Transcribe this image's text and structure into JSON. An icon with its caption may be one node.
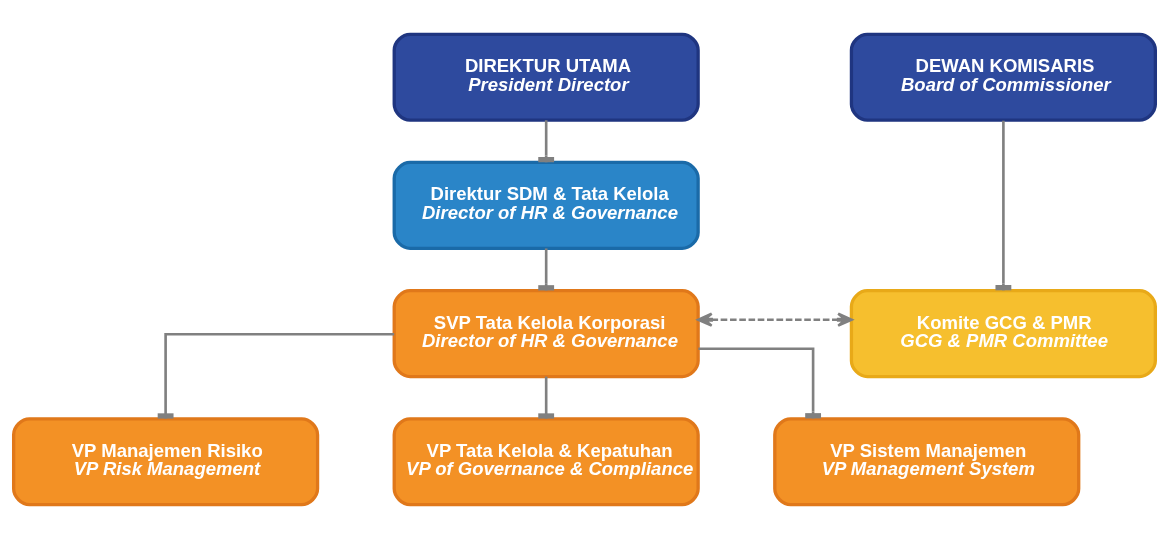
{
  "diagram": {
    "nodes": [
      {
        "text": [
          "DIREKTUR UTAMA",
          "President Director"
        ]
      },
      {
        "text": [
          "DEWAN KOMISARIS",
          "Board of Commissioner"
        ]
      },
      {
        "text": [
          "Direktur SDM & Tata Kelola",
          "Director of HR & Governance"
        ]
      },
      {
        "text": [
          "SVP Tata Kelola Korporasi",
          "Director of HR & Governance"
        ]
      },
      {
        "text": [
          "Komite GCG & PMR",
          "GCG & PMR Committee"
        ]
      },
      {
        "text": [
          "VP Manajemen Risiko",
          "VP Risk Management"
        ]
      },
      {
        "text": [
          "VP Tata Kelola & Kepatuhan",
          "VP of Governance & Compliance"
        ]
      },
      {
        "text": [
          "VP Sistem Manajemen",
          "VP Management System"
        ]
      }
    ],
    "edges": [
      {
        "from": 0,
        "to": 2,
        "arrow": "other"
      },
      {
        "from": 1,
        "to": 4,
        "arrow": "other"
      },
      {
        "from": 2,
        "to": 3,
        "arrow": "other"
      },
      {
        "from": 3,
        "to": 4,
        "arrow": "both",
        "style": "dashed"
      },
      {
        "from": 3,
        "to": 5,
        "arrow": "other"
      },
      {
        "from": 3,
        "to": 6,
        "arrow": "other"
      },
      {
        "from": 3,
        "to": 7,
        "arrow": "other"
      }
    ]
  }
}
